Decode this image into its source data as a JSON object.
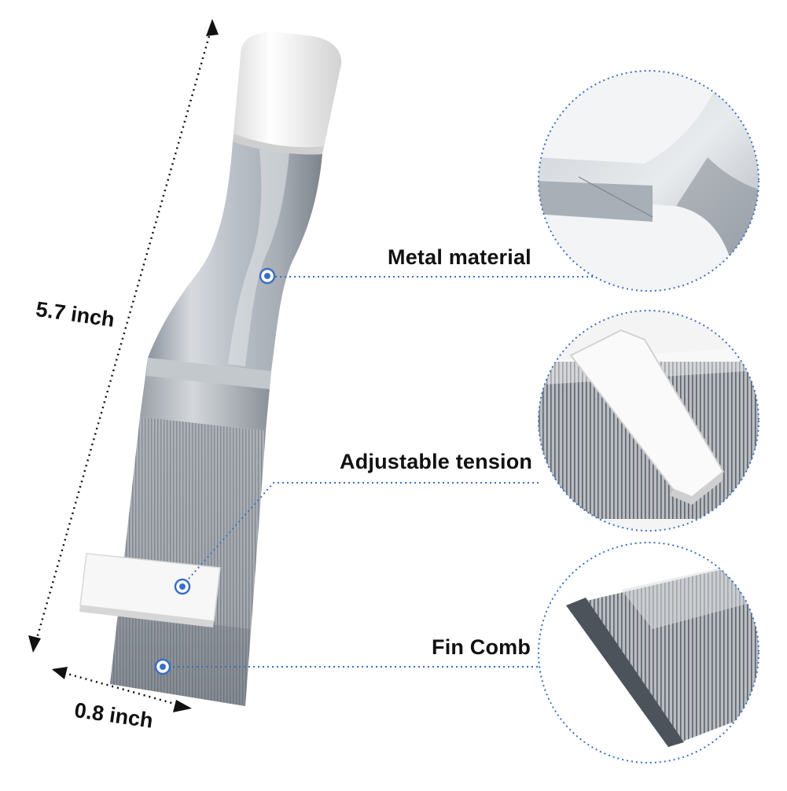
{
  "dimensions": {
    "height_label": "5.7 inch",
    "width_label": "0.8 inch"
  },
  "callouts": {
    "metal": "Metal material",
    "tension": "Adjustable tension",
    "fin_comb": "Fin Comb"
  },
  "colors": {
    "dot_line": "#3a6fc4",
    "cap": "#f4f4f4",
    "metal_light": "#d9dde2",
    "metal_dark": "#8f969e",
    "text": "#111111"
  }
}
